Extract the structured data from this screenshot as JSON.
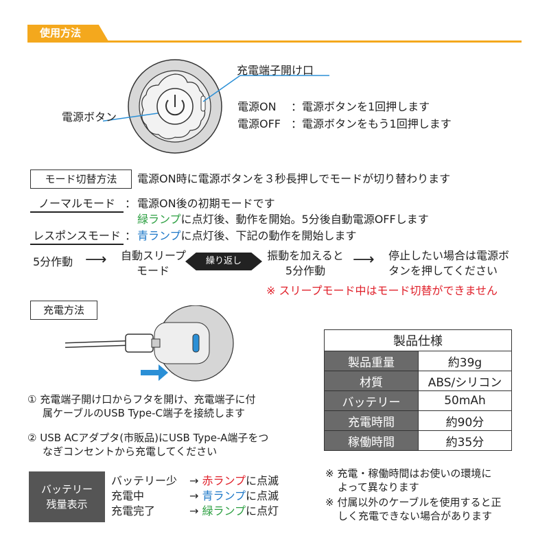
{
  "header": {
    "title": "使用方法"
  },
  "device": {
    "open_label": "充電端子開け口",
    "power_label": "電源ボタン",
    "on_label": "電源ON",
    "on_desc": "：電源ボタンを1回押します",
    "off_label": "電源OFF",
    "off_desc": "：電源ボタンをもう1回押します"
  },
  "mode": {
    "title": "モード切替方法",
    "desc": "電源ON時に電源ボタンを３秒長押しでモードが切り替わります",
    "normal_label": "ノーマルモード",
    "normal_line1": "電源ON後の初期モードです",
    "normal_green": "緑ランプ",
    "normal_line2": "に点灯後、動作を開始。5分後自動電源OFFします",
    "response_label": "レスポンスモード",
    "response_blue": "青ランプ",
    "response_line": "に点灯後、下記の動作を開始します",
    "colon": "：",
    "flow": {
      "step1": "5分作動",
      "arrow": "⟶",
      "step2a": "自動スリープ",
      "step2b": "モード",
      "repeat": "繰り返し",
      "step3a": "振動を加えると",
      "step3b": "5分作動",
      "step4a": "停止したい場合は電源ボ",
      "step4b": "タンを押してください"
    },
    "warning": "※ スリープモード中はモード切替ができません"
  },
  "charge": {
    "title": "充電方法",
    "step1_num": "①",
    "step1_a": "充電端子開け口からフタを開け、充電端子に付",
    "step1_b": "属ケーブルのUSB Type-C端子を接続します",
    "step2_num": "②",
    "step2_a": "USB ACアダプタ(市販品)にUSB Type-A端子をつ",
    "step2_b": "なぎコンセントから充電してください"
  },
  "spec": {
    "title": "製品仕様",
    "rows": [
      {
        "k": "製品重量",
        "v": "約39g"
      },
      {
        "k": "材質",
        "v": "ABS/シリコン"
      },
      {
        "k": "バッテリー",
        "v": "50mAh"
      },
      {
        "k": "充電時間",
        "v": "約90分"
      },
      {
        "k": "稼働時間",
        "v": "約35分"
      }
    ],
    "note1_a": "※ 充電・稼働時間はお使いの環境に",
    "note1_b": "よって異なります",
    "note2_a": "※ 付属以外のケーブルを使用すると正",
    "note2_b": "しく充電できない場合があります"
  },
  "battery": {
    "title_a": "バッテリー",
    "title_b": "残量表示",
    "arrow": "→",
    "rows": [
      {
        "state": "バッテリー少",
        "lamp": "赤ランプ",
        "action": "に点滅"
      },
      {
        "state": "充電中",
        "lamp": "青ランプ",
        "action": "に点滅"
      },
      {
        "state": "充電完了",
        "lamp": "緑ランプ",
        "action": "に点灯"
      }
    ]
  },
  "colors": {
    "accent": "#f4a81d",
    "red": "#e0202a",
    "blue": "#1e78c8",
    "green": "#2ea043"
  }
}
